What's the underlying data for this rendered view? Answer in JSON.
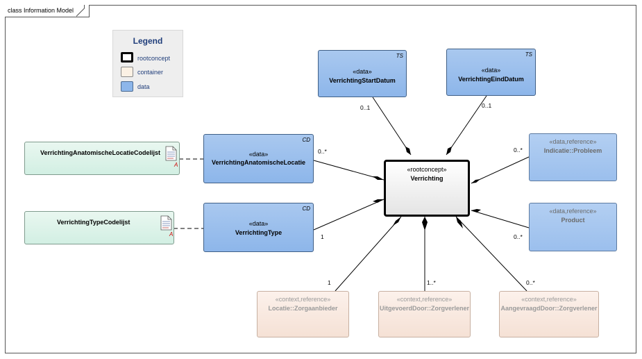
{
  "frame": {
    "title": "class Information Model"
  },
  "legend": {
    "title": "Legend",
    "items": [
      {
        "label": "rootconcept",
        "fill": "#ffffff",
        "border": "#000000"
      },
      {
        "label": "container",
        "fill": "#fbf1e4",
        "border": "#8a8a8a"
      },
      {
        "label": "data",
        "fill": "#8db6ea",
        "border": "#4a6a92"
      }
    ]
  },
  "colors": {
    "data_fill": "#8db6ea",
    "container_fill": "#f5e1d5",
    "codelist_fill": "#d2efe3",
    "border": "#3f5f86"
  },
  "nodes": {
    "root": {
      "stereotype": "«rootconcept»",
      "name": "Verrichting"
    },
    "start": {
      "stereotype": "«data»",
      "name": "VerrichtingStartDatum",
      "type": "TS"
    },
    "eind": {
      "stereotype": "«data»",
      "name": "VerrichtingEindDatum",
      "type": "TS"
    },
    "locatie": {
      "stereotype": "«data»",
      "name": "VerrichtingAnatomischeLocatie",
      "type": "CD"
    },
    "type": {
      "stereotype": "«data»",
      "name": "VerrichtingType",
      "type": "CD"
    },
    "locatie_codelijst": {
      "name": "VerrichtingAnatomischeLocatieCodelijst",
      "icon": "document-icon"
    },
    "type_codelijst": {
      "name": "VerrichtingTypeCodelijst",
      "icon": "document-icon"
    },
    "indicatie": {
      "stereotype": "«data,reference»",
      "name": "Indicatie::Probleem"
    },
    "product": {
      "stereotype": "«data,reference»",
      "name": "Product"
    },
    "zorgaanbieder": {
      "stereotype": "«context,reference»",
      "name": "Locatie::Zorgaanbieder"
    },
    "uitgevoerd": {
      "stereotype": "«context,reference»",
      "name": "UitgevoerdDoor::Zorgverlener"
    },
    "aangevraagd": {
      "stereotype": "«context,reference»",
      "name": "AangevraagdDoor::Zorgverlener"
    }
  },
  "multiplicities": {
    "start": "0..1",
    "eind": "0..1",
    "locatie": "0..*",
    "type": "1",
    "indicatie": "0..*",
    "product": "0..*",
    "zorgaanbieder": "1",
    "uitgevoerd": "1..*",
    "aangevraagd": "0..*"
  }
}
